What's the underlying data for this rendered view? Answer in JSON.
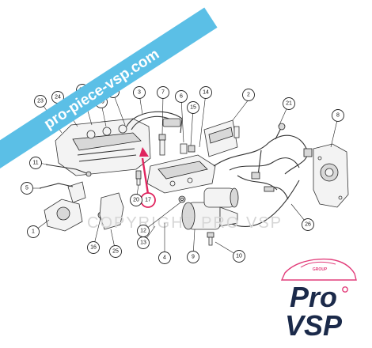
{
  "banner": {
    "text": "pro-piece-vsp.com",
    "color": "#5bbfe6"
  },
  "watermark": {
    "text": "COPYRIGHT PRO VSP"
  },
  "logo": {
    "small": "GROUP",
    "line1": "Pro",
    "line2": "VSP",
    "primary_color": "#1b2a4a",
    "accent_color": "#e23d7a"
  },
  "callouts": [
    {
      "id": "c1",
      "label": "1"
    },
    {
      "id": "c2",
      "label": "2"
    },
    {
      "id": "c3",
      "label": "3"
    },
    {
      "id": "c4",
      "label": "4"
    },
    {
      "id": "c5",
      "label": "5"
    },
    {
      "id": "c6",
      "label": "6"
    },
    {
      "id": "c7",
      "label": "7"
    },
    {
      "id": "c8",
      "label": "8"
    },
    {
      "id": "c9",
      "label": "9"
    },
    {
      "id": "c10",
      "label": "10"
    },
    {
      "id": "c11",
      "label": "11"
    },
    {
      "id": "c12",
      "label": "12"
    },
    {
      "id": "c13",
      "label": "13"
    },
    {
      "id": "c14",
      "label": "14"
    },
    {
      "id": "c15",
      "label": "15"
    },
    {
      "id": "c16",
      "label": "16"
    },
    {
      "id": "c17",
      "label": "17",
      "highlight": true
    },
    {
      "id": "c18",
      "label": "18"
    },
    {
      "id": "c19",
      "label": "19"
    },
    {
      "id": "c20",
      "label": "20"
    },
    {
      "id": "c21",
      "label": "21"
    },
    {
      "id": "c22",
      "label": "22"
    },
    {
      "id": "c23",
      "label": "23"
    },
    {
      "id": "c24",
      "label": "24"
    },
    {
      "id": "c25",
      "label": "25"
    },
    {
      "id": "c26",
      "label": "26"
    }
  ],
  "highlight_color": "#e0245e"
}
